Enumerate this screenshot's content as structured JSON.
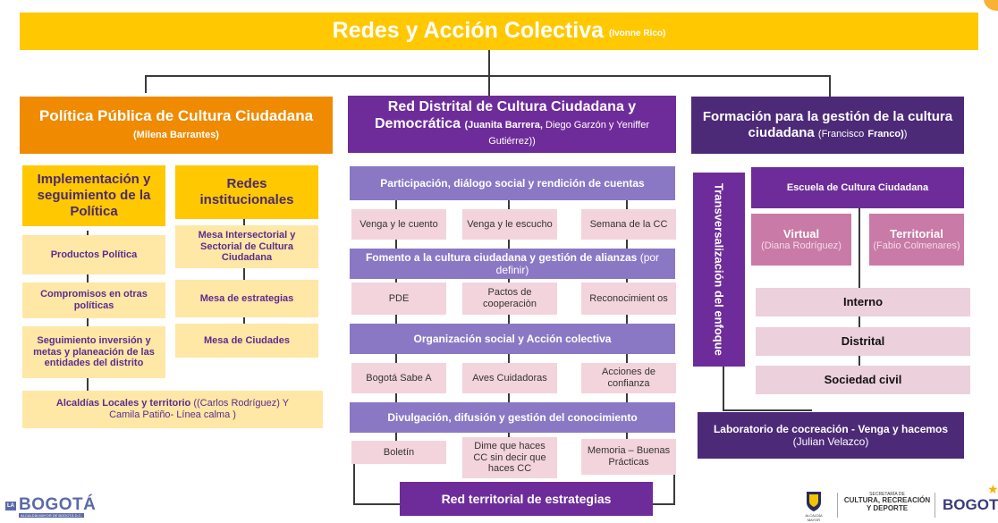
{
  "header": {
    "title": "Redes y Acción Colectiva",
    "owner": "(Ivonne Rico)"
  },
  "col1": {
    "title": "Política Pública de Cultura Ciudadana",
    "owner": "(Milena Barrantes)",
    "implementacion": "Implementación y seguimiento de la Política",
    "redes": "Redes institucionales",
    "left_items": [
      "Productos Política",
      "Compromisos en otras políticas",
      "Seguimiento inversión y metas y planeación de las entidades del distrito"
    ],
    "right_items": [
      "Mesa Intersectorial y Sectorial de Cultura Ciudadana",
      "Mesa de estrategias",
      "Mesa de Ciudades"
    ],
    "alcaldias_bold": "Alcaldías Locales y  territorio",
    "alcaldias_rest": " ((Carlos Rodríguez) Y Camila Patiño- Línea calma )"
  },
  "col2": {
    "title": "Red Distrital de Cultura Ciudadana y Democrática",
    "owner_bold": "(Juanita Barrera,",
    "owner_rest": " Diego Garzón y Yeniffer Gutiérrez))",
    "sections": [
      {
        "title": "Participación, diálogo social y rendición de cuentas",
        "items": [
          "Venga y le cuento",
          "Venga y le escucho",
          "Semana de la CC"
        ]
      },
      {
        "title": "Fomento a la cultura ciudadana y gestión de alianzas",
        "note": "(por definir)",
        "items": [
          "PDE",
          "Pactos de cooperaciòn",
          "Reconocimient os"
        ]
      },
      {
        "title": "Organización social y Acción colectiva",
        "items": [
          "Bogotá Sabe A",
          "Aves Cuidadoras",
          "Acciones de confianza"
        ]
      },
      {
        "title": "Divulgación, difusión y gestión del conocimiento",
        "items": [
          "Boletín",
          "Dime que haces CC sin decir que haces CC",
          "Memoria – Buenas Prácticas"
        ]
      }
    ],
    "bottom": "Red territorial  de estrategias"
  },
  "col3": {
    "title": "Formación para la gestión de la cultura ciudadana",
    "owner_rest": "(Francisco",
    "owner_bold": "Franco)",
    "owner_tail": ")",
    "vertical": "Transversalización del enfoque",
    "escuela": "Escuela de Cultura Ciudadana",
    "virtual": "Virtual",
    "virtual_owner": "(Diana Rodríguez)",
    "territorial": "Territorial",
    "territorial_owner": "(Fabio Colmenares)",
    "levels": [
      "Interno",
      "Distrital",
      "Sociedad civil"
    ],
    "lab_bold": "Laboratorio de cocreación - Venga  y hacemos",
    "lab_owner": " (Julian Velazco)"
  },
  "footer": {
    "logo_left": "BOGOTÁ",
    "logo_left_prefix": "LA",
    "logo_left_sub": "ALCALDÍA MAYOR DE BOGOTÁ D.C.",
    "secretaria_small": "SECRETARÍA DE",
    "secretaria_big": "CULTURA, RECREACIÓN Y DEPORTE",
    "alcaldia_small": "ALCALDÍA MAYOR",
    "logo_right": "BOGOT"
  },
  "colors": {
    "yellow": "#ffc800",
    "yellow_light": "#ffe7a6",
    "orange": "#f08a00",
    "purple": "#6e2c9a",
    "purple_dark": "#4d2a78",
    "purple_mid": "#8b78c5",
    "pink": "#f3d4dc",
    "mauve": "#c97aa6"
  }
}
